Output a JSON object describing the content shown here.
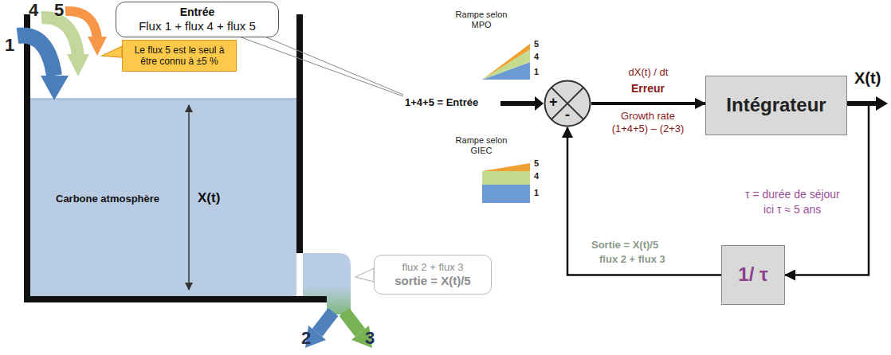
{
  "diagram": {
    "nodes": [
      {
        "text": [
          "Entrée",
          "Flux 1 + flux 4 + flux 5"
        ]
      },
      {
        "text": [
          "Le flux 5 est le seul à être connu à ±5 %"
        ]
      },
      {
        "text": [
          "Carbone atmosphère",
          "X(t)"
        ]
      },
      {
        "text": [
          "flux 2 + flux 3",
          "sortie = X(t)/5"
        ]
      },
      {
        "text": [
          "+",
          "-"
        ]
      },
      {
        "text": [
          "Intégrateur"
        ]
      },
      {
        "text": [
          "1/ τ"
        ]
      }
    ],
    "edges": [
      {
        "from": 4,
        "to": 5,
        "arrow": "to",
        "label": "dX(t) / dt"
      },
      {
        "from": 5,
        "to": 6,
        "arrow": "to"
      },
      {
        "from": 6,
        "to": 4,
        "arrow": "to"
      }
    ],
    "labels": [
      "1",
      "4",
      "5",
      "2",
      "3",
      "Rampe selon MPO",
      "5",
      "4",
      "1",
      "Rampe selon GIEC",
      "5",
      "4",
      "1",
      "1+4+5 = Entrée",
      "Erreur",
      "Growth rate (1+4+5) – (2+3)",
      "X(t)",
      "τ = durée de séjour",
      "ici τ ≈ 5 ans",
      "Sortie = X(t)/5",
      "flux 2 + flux 3"
    ]
  }
}
